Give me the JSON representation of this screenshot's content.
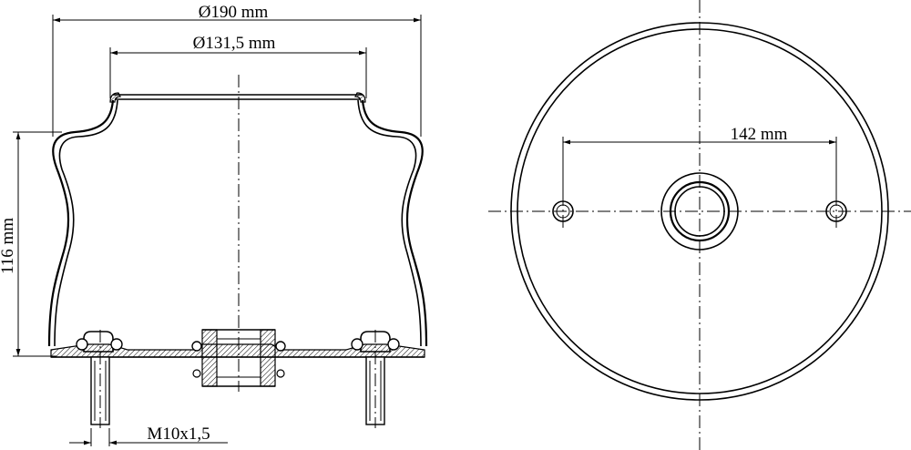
{
  "drawing": {
    "side_view": {
      "dim_outer_diameter": "Ø190 mm",
      "dim_top_diameter": "Ø131,5 mm",
      "dim_height": "116 mm",
      "dim_thread": "M10x1,5"
    },
    "top_view": {
      "dim_bolt_spacing": "142 mm"
    }
  }
}
